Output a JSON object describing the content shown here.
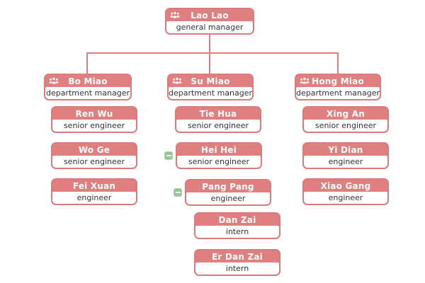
{
  "org_chart": {
    "type": "org-tree",
    "colors": {
      "node_fill": "#df7f7f",
      "node_header_text": "#ffffff",
      "node_body_text": "#333333",
      "connector": "#df7f7f",
      "collapse_button": "#94c794"
    },
    "icons": {
      "manager_badge": "team-icon",
      "collapse": "minus-icon"
    },
    "nodes": [
      {
        "name": "Lao Lao",
        "title": "general manager",
        "level": 0,
        "manager": true,
        "parent": null,
        "collapse_button": false
      },
      {
        "name": "Bo Miao",
        "title": "department manager",
        "level": 1,
        "manager": true,
        "parent": "Lao Lao",
        "collapse_button": false
      },
      {
        "name": "Su Miao",
        "title": "department manager",
        "level": 1,
        "manager": true,
        "parent": "Lao Lao",
        "collapse_button": false
      },
      {
        "name": "Hong Miao",
        "title": "department manager",
        "level": 1,
        "manager": true,
        "parent": "Lao Lao",
        "collapse_button": false
      },
      {
        "name": "Ren Wu",
        "title": "senior engineer",
        "level": 2,
        "manager": false,
        "parent": "Bo Miao",
        "collapse_button": false
      },
      {
        "name": "Wo Ge",
        "title": "senior engineer",
        "level": 2,
        "manager": false,
        "parent": "Bo Miao",
        "collapse_button": false
      },
      {
        "name": "Fei Xuan",
        "title": "engineer",
        "level": 2,
        "manager": false,
        "parent": "Bo Miao",
        "collapse_button": false
      },
      {
        "name": "Tie Hua",
        "title": "senior engineer",
        "level": 2,
        "manager": false,
        "parent": "Su Miao",
        "collapse_button": false
      },
      {
        "name": "Hei Hei",
        "title": "senior engineer",
        "level": 2,
        "manager": false,
        "parent": "Su Miao",
        "collapse_button": true
      },
      {
        "name": "Pang Pang",
        "title": "engineer",
        "level": 3,
        "manager": false,
        "parent": "Hei Hei",
        "collapse_button": true
      },
      {
        "name": "Dan Zai",
        "title": "intern",
        "level": 4,
        "manager": false,
        "parent": "Pang Pang",
        "collapse_button": false
      },
      {
        "name": "Er Dan Zai",
        "title": "intern",
        "level": 4,
        "manager": false,
        "parent": "Pang Pang",
        "collapse_button": false
      },
      {
        "name": "Xing An",
        "title": "senior engineer",
        "level": 2,
        "manager": false,
        "parent": "Hong Miao",
        "collapse_button": false
      },
      {
        "name": "Yi Dian",
        "title": "engineer",
        "level": 2,
        "manager": false,
        "parent": "Hong Miao",
        "collapse_button": false
      },
      {
        "name": "Xiao Gang",
        "title": "engineer",
        "level": 2,
        "manager": false,
        "parent": "Hong Miao",
        "collapse_button": false
      }
    ]
  }
}
